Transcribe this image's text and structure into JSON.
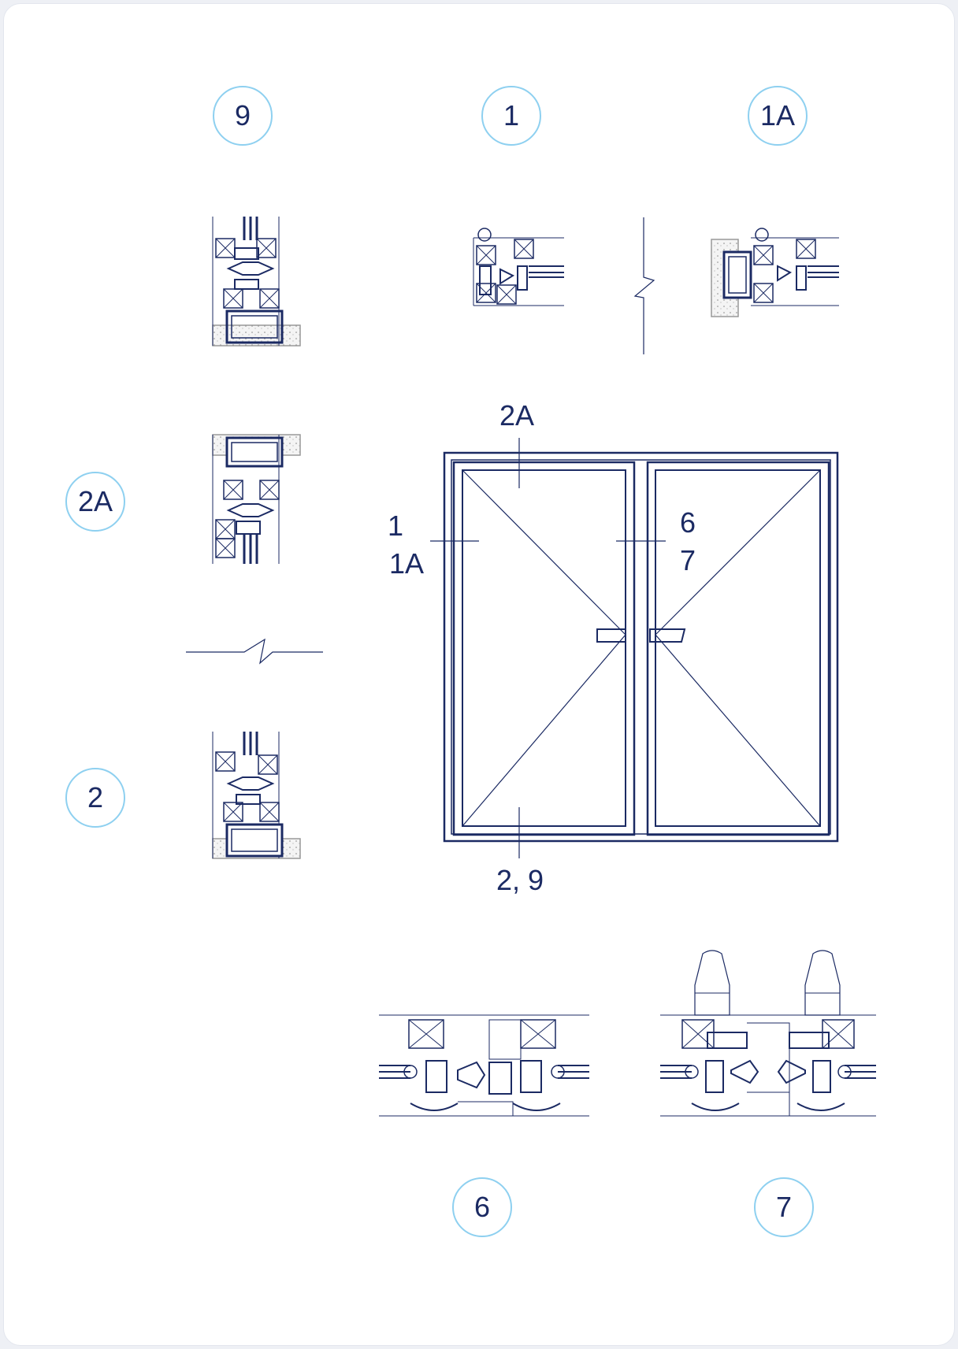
{
  "callouts": {
    "c9": "9",
    "c1": "1",
    "c1a": "1A",
    "c2a": "2A",
    "c2": "2",
    "c6": "6",
    "c7": "7"
  },
  "elevation_labels": {
    "top": "2A",
    "left_1": "1",
    "left_2": "1A",
    "right_1": "6",
    "right_2": "7",
    "bottom": "2, 9"
  },
  "colors": {
    "line": "#1b2a63",
    "callout_ring": "#8ed0f0"
  }
}
